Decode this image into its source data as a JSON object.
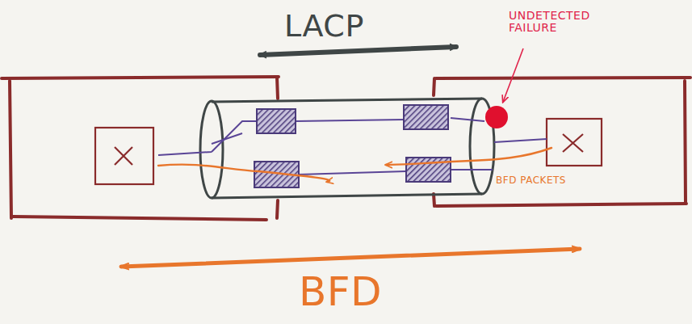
{
  "diagram": {
    "labels": [
      "LACP",
      "UNDETECTED FAILURE",
      "BFD PACKETS",
      "BFD"
    ]
  }
}
